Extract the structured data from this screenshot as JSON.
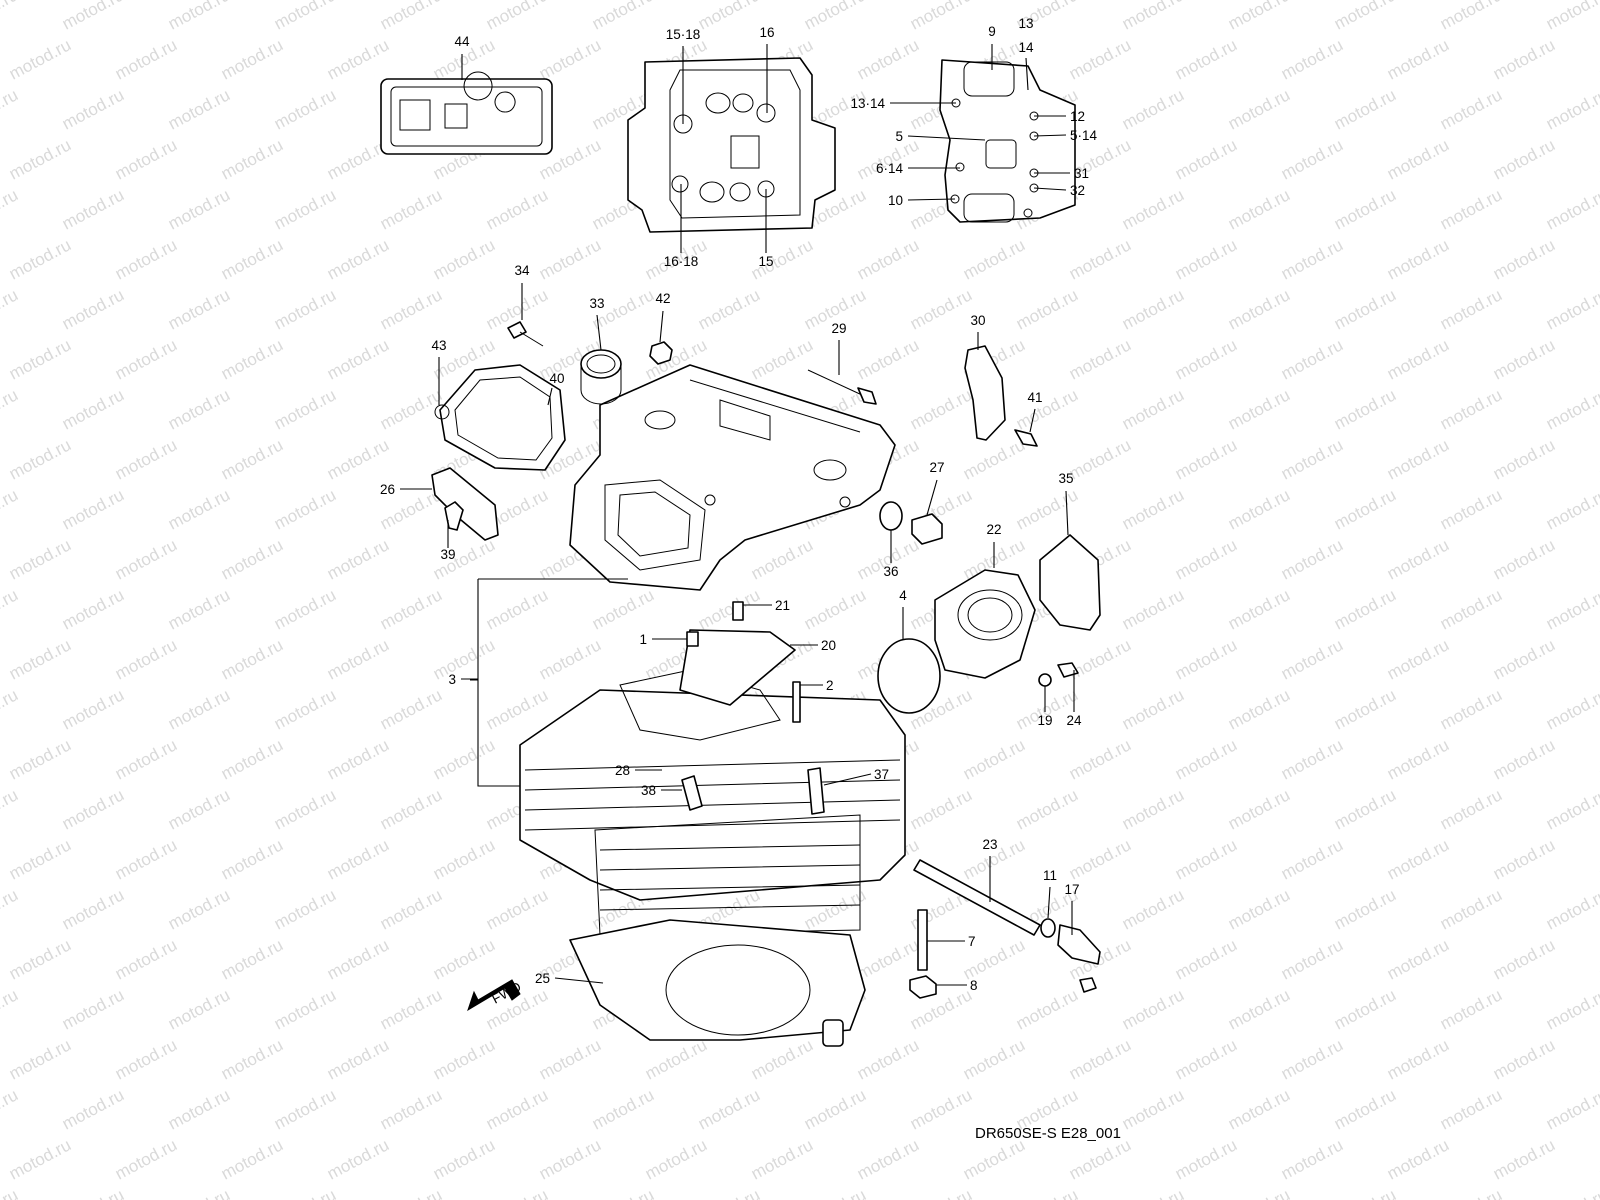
{
  "watermark": "motod.ru",
  "diagram_code": "DR650SE-S E28_001",
  "fwd_label": "FWD",
  "callouts": [
    "44",
    "15·18",
    "16",
    "16·18",
    "15",
    "9",
    "13",
    "14",
    "13·14",
    "5",
    "6·14",
    "10",
    "12",
    "5·14",
    "31",
    "32",
    "34",
    "33",
    "42",
    "29",
    "30",
    "43",
    "40",
    "41",
    "26",
    "39",
    "27",
    "35",
    "36",
    "22",
    "4",
    "21",
    "1",
    "20",
    "3",
    "2",
    "28",
    "38",
    "37",
    "19",
    "24",
    "23",
    "11",
    "17",
    "7",
    "8",
    "25"
  ]
}
